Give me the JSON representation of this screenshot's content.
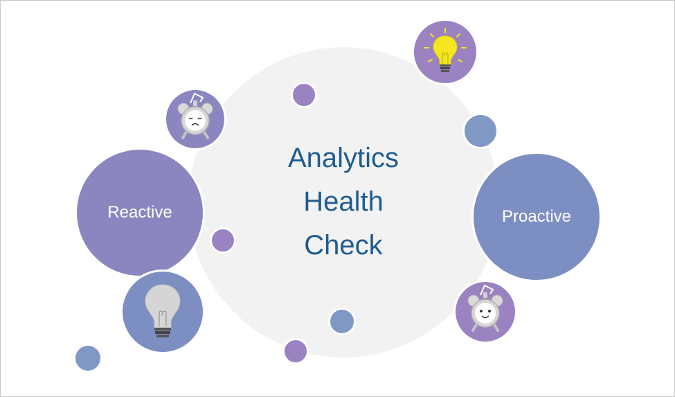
{
  "diagram": {
    "center": {
      "title_lines": [
        "Analytics",
        "Health",
        "Check"
      ]
    },
    "left_node": {
      "label": "Reactive"
    },
    "right_node": {
      "label": "Proactive"
    }
  },
  "colors": {
    "center_fill": "#f2f2f2",
    "title_text": "#1f5c8f",
    "purple": "#8b86bf",
    "blue_purple": "#7d8fc2",
    "small_purple": "#9b82c0",
    "small_blue": "#7f99c4",
    "bulb_on": "#f5e620",
    "bulb_off": "#d5d5d5"
  },
  "icons": {
    "top_left": "sad-alarm-clock-icon",
    "top_right": "lit-lightbulb-icon",
    "bottom_left": "unlit-lightbulb-icon",
    "bottom_right": "happy-alarm-clock-icon"
  }
}
